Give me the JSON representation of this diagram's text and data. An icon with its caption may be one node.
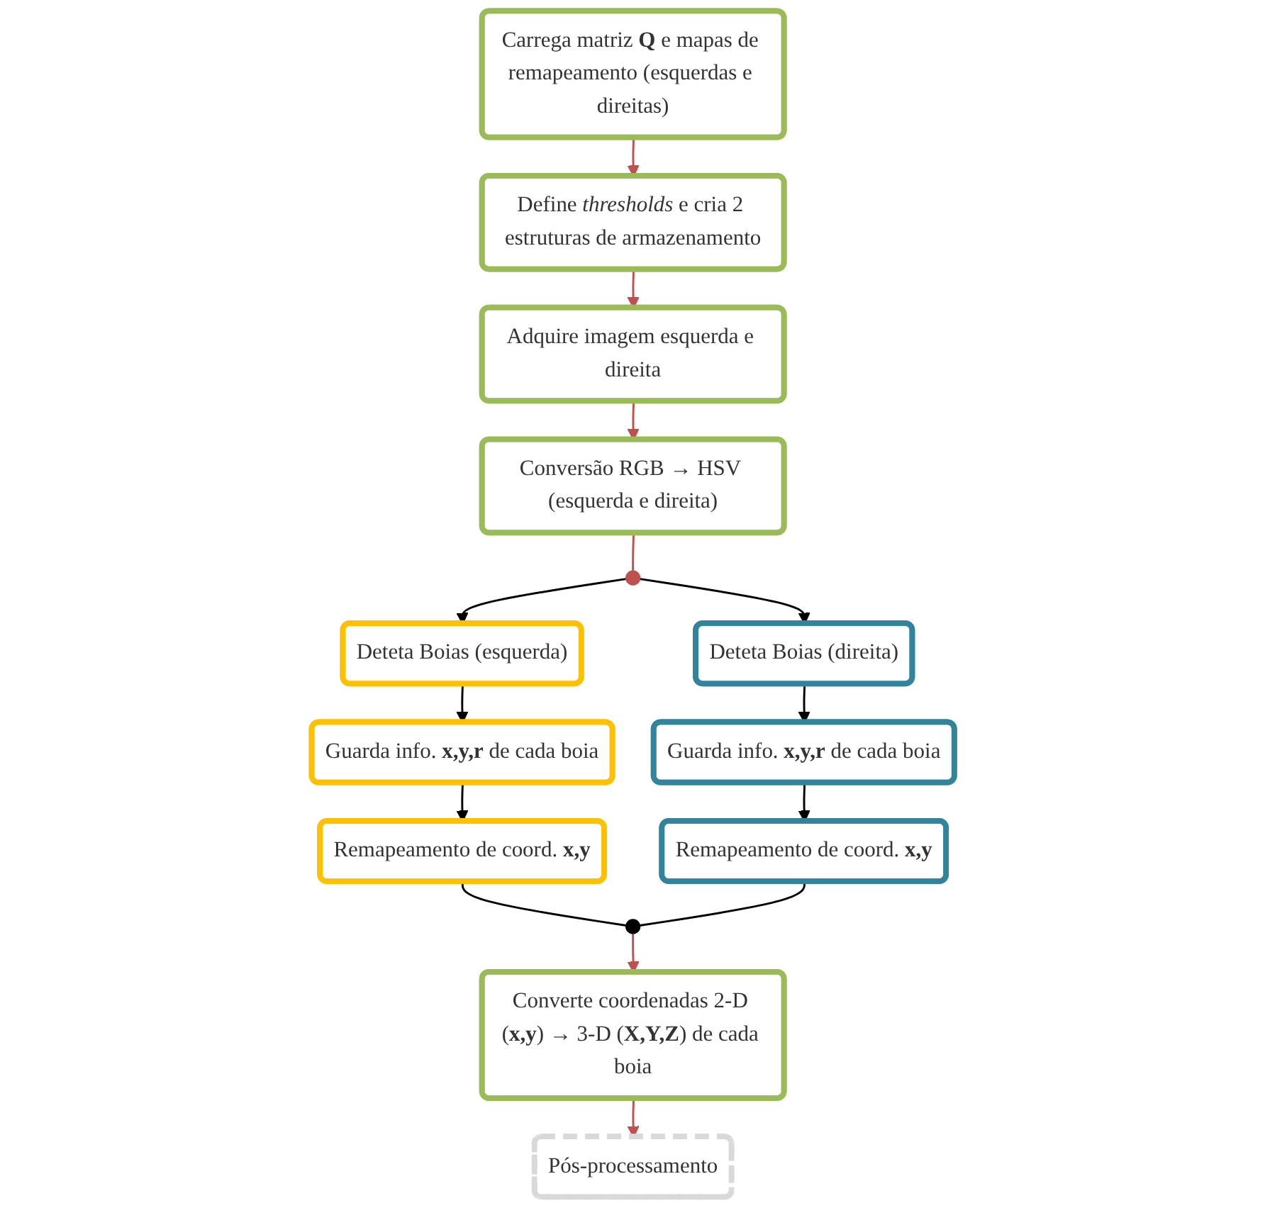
{
  "diagram": {
    "nodes": [
      {
        "text": [
          "Carrega matriz **Q** e mapas de remapeamento (esquerdas e direitas)"
        ]
      },
      {
        "text": [
          "Define *thresholds* e cria 2 estruturas de armazenamento"
        ]
      },
      {
        "text": [
          "Adquire imagem esquerda e direita"
        ]
      },
      {
        "text": [
          "Conversão RGB → HSV (esquerda e direita)"
        ]
      },
      {
        "text": [],
        "shape": "circle"
      },
      {
        "text": [
          "Deteta Boias (esquerda)"
        ]
      },
      {
        "text": [
          "Deteta Boias (direita)"
        ]
      },
      {
        "text": [
          "Guarda info. **x,y,r** de cada boia"
        ]
      },
      {
        "text": [
          "Guarda info. **x,y,r** de cada boia"
        ]
      },
      {
        "text": [
          "Remapeamento de coord. **x,y**"
        ]
      },
      {
        "text": [
          "Remapeamento de coord. **x,y**"
        ]
      },
      {
        "text": [],
        "shape": "circle"
      },
      {
        "text": [
          "Converte coordenadas 2-D (**x,y**) → 3-D (**X,Y,Z**) de cada boia"
        ]
      },
      {
        "text": [
          "Pós-processamento"
        ]
      }
    ],
    "edges": [
      {
        "from": 0,
        "to": 1,
        "arrow": "to",
        "color": "#c0504d"
      },
      {
        "from": 1,
        "to": 2,
        "arrow": "to",
        "color": "#c0504d"
      },
      {
        "from": 2,
        "to": 3,
        "arrow": "to",
        "color": "#c0504d"
      },
      {
        "from": 3,
        "to": 4,
        "arrow": "none",
        "color": "#c0504d"
      },
      {
        "from": 4,
        "to": 5,
        "arrow": "to"
      },
      {
        "from": 4,
        "to": 6,
        "arrow": "to"
      },
      {
        "from": 5,
        "to": 7,
        "arrow": "to"
      },
      {
        "from": 6,
        "to": 8,
        "arrow": "to"
      },
      {
        "from": 7,
        "to": 9,
        "arrow": "to"
      },
      {
        "from": 8,
        "to": 10,
        "arrow": "to"
      },
      {
        "from": 9,
        "to": 11,
        "arrow": "none"
      },
      {
        "from": 10,
        "to": 11,
        "arrow": "none"
      },
      {
        "from": 11,
        "to": 12,
        "arrow": "to",
        "color": "#c0504d"
      },
      {
        "from": 12,
        "to": 13,
        "arrow": "to",
        "color": "#c0504d"
      }
    ]
  }
}
